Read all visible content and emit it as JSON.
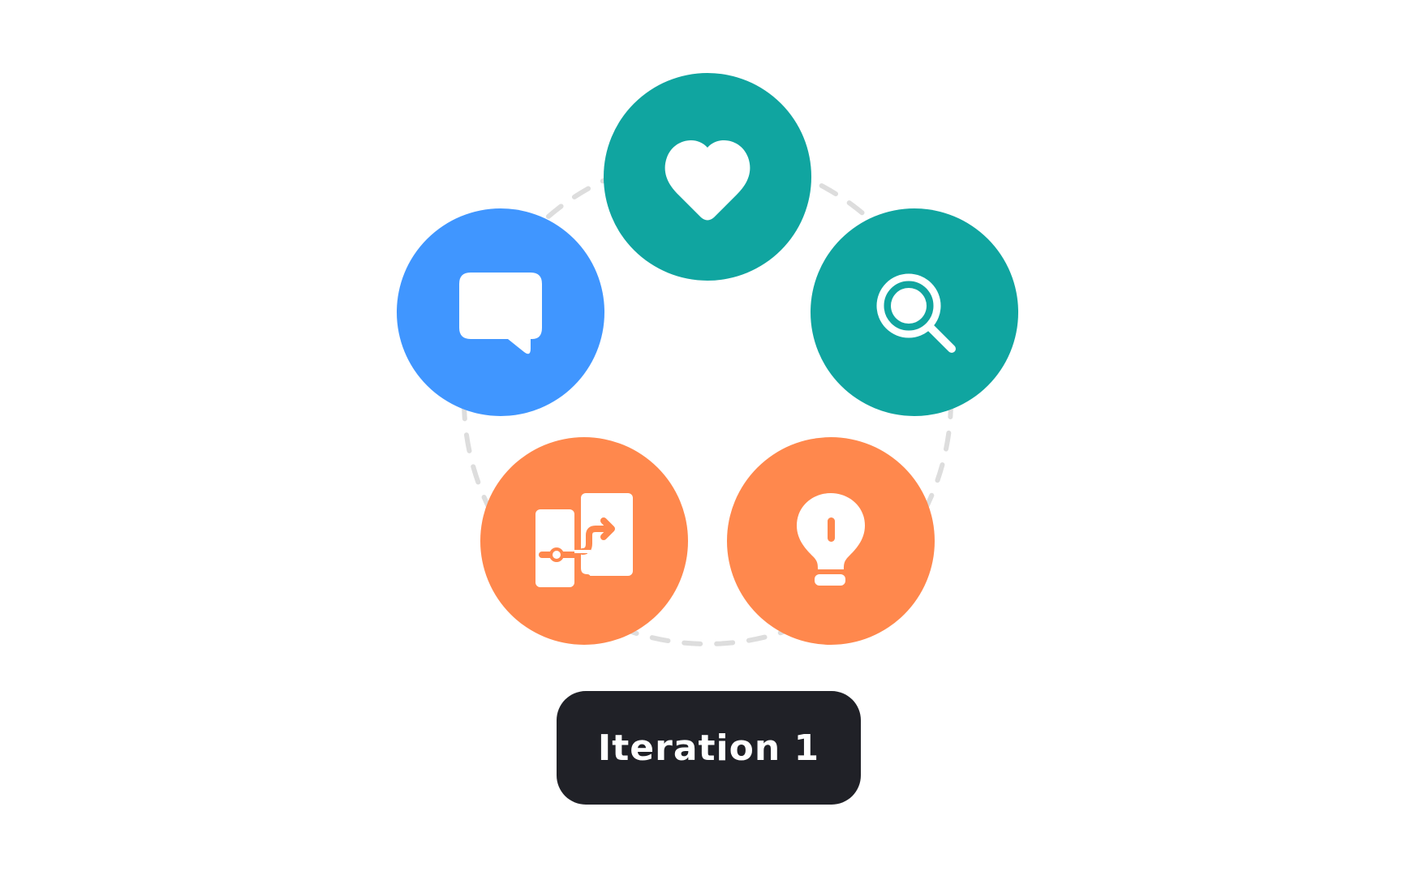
{
  "diagram": {
    "label": "Iteration 1",
    "colors": {
      "teal": "#10a5a0",
      "blue": "#4096ff",
      "orange": "#ff884d",
      "dashed_ring": "#dddddd",
      "badge_background": "#202127",
      "icon": "#ffffff"
    },
    "nodes": [
      {
        "icon": "heart-icon",
        "color": "teal"
      },
      {
        "icon": "search-icon",
        "color": "teal"
      },
      {
        "icon": "lightbulb-icon",
        "color": "orange"
      },
      {
        "icon": "flow-icon",
        "color": "orange"
      },
      {
        "icon": "chat-icon",
        "color": "blue"
      }
    ]
  }
}
